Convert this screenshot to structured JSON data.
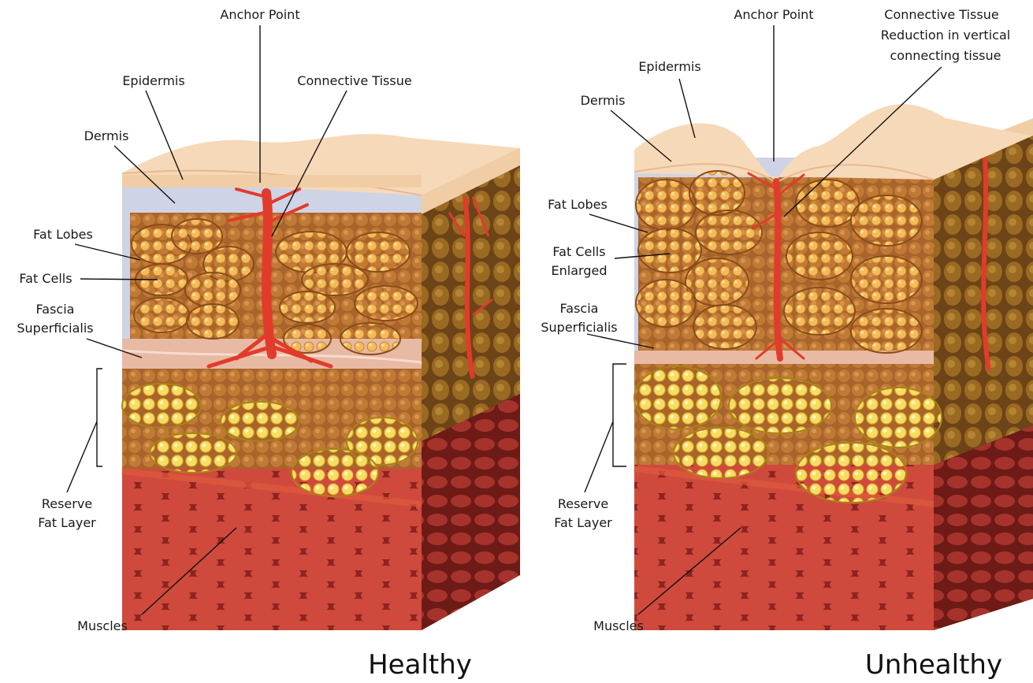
{
  "healthy": {
    "title": "Healthy",
    "labels": {
      "anchor_point": "Anchor Point",
      "epidermis": "Epidermis",
      "connective_tissue": "Connective Tissue",
      "dermis": "Dermis",
      "fat_lobes": "Fat Lobes",
      "fat_cells": "Fat Cells",
      "fascia_1": "Fascia",
      "fascia_2": "Superficialis",
      "reserve_1": "Reserve",
      "reserve_2": "Fat Layer",
      "muscles": "Muscles"
    }
  },
  "unhealthy": {
    "title": "Unhealthy",
    "labels": {
      "anchor_point": "Anchor Point",
      "connective_1": "Connective Tissue",
      "connective_2": "Reduction in vertical",
      "connective_3": "connecting tissue",
      "epidermis": "Epidermis",
      "dermis": "Dermis",
      "fat_lobes": "Fat Lobes",
      "fat_cells_1": "Fat Cells",
      "fat_cells_2": "Enlarged",
      "fascia_1": "Fascia",
      "fascia_2": "Superficialis",
      "reserve_1": "Reserve",
      "reserve_2": "Fat Layer",
      "muscles": "Muscles"
    }
  },
  "colors": {
    "epidermis": "#f6d9b8",
    "dermis": "#cfd3e6",
    "fat_lobe": "#e9a23b",
    "fat_bg": "#b46a2c",
    "reserve_fat": "#f2cf3c",
    "connective": "#e23b2b",
    "muscle": "#c23a34"
  },
  "icons": [
    "skin-cross-section-healthy",
    "skin-cross-section-unhealthy"
  ]
}
